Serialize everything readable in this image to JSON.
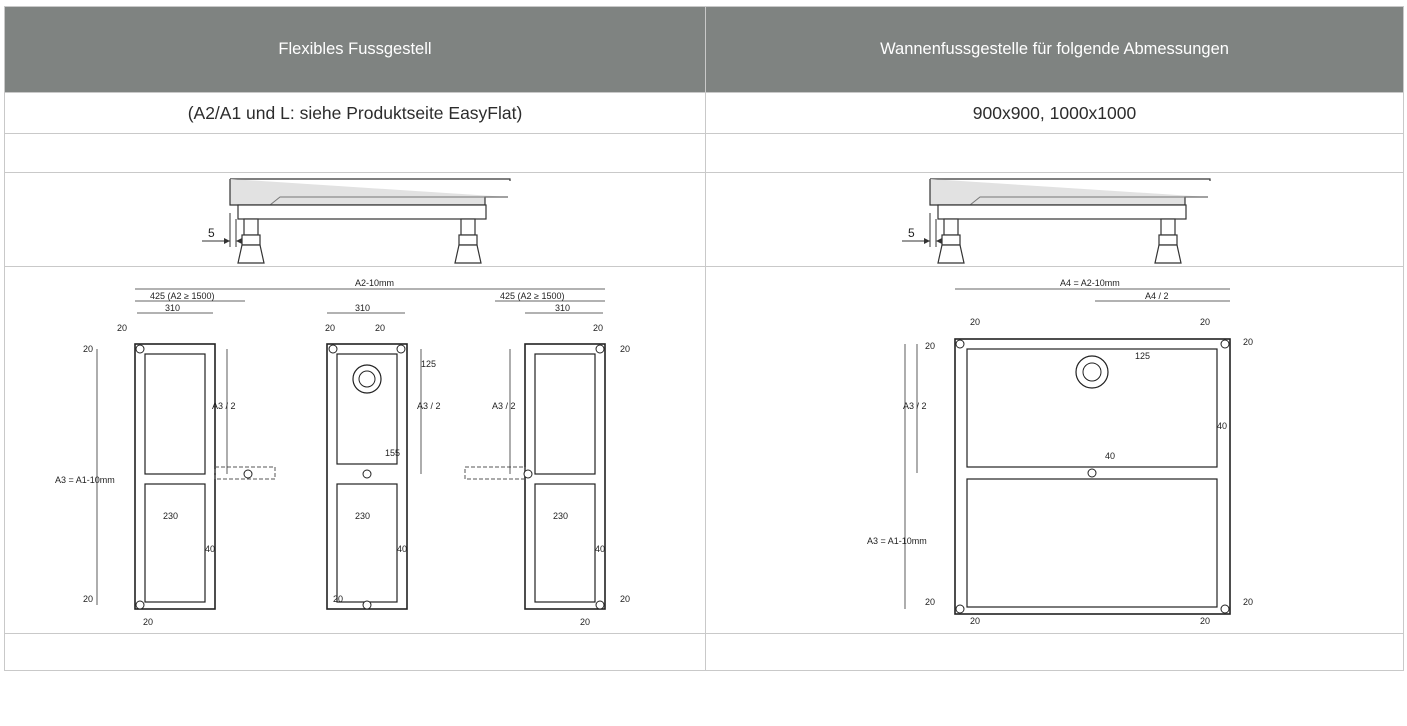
{
  "table": {
    "headers": [
      "Flexibles Fussgestell",
      "Wannenfussgestelle für folgende Abmessungen"
    ],
    "row1": [
      "(A2/A1 und L: siehe Produktseite EasyFlat)",
      "900x900, 1000x1000"
    ]
  },
  "side_view": {
    "dimension": "5"
  },
  "plan_left": {
    "total_width": "A2-10mm",
    "offset": "425  (A2  ≥ 1500)",
    "frame_width": "310",
    "edge": "20",
    "height": "A3 = A1-10mm",
    "half_height": "A3 / 2",
    "drain_offset": "125",
    "drain_distance": "155",
    "inner_width": "230",
    "bar": "40"
  },
  "plan_right": {
    "total_width": "A4 = A2-10mm",
    "half_width": "A4 / 2",
    "edge": "20",
    "height": "A3 = A1-10mm",
    "half_height": "A3 / 2",
    "drain_offset": "125",
    "bar": "40"
  }
}
